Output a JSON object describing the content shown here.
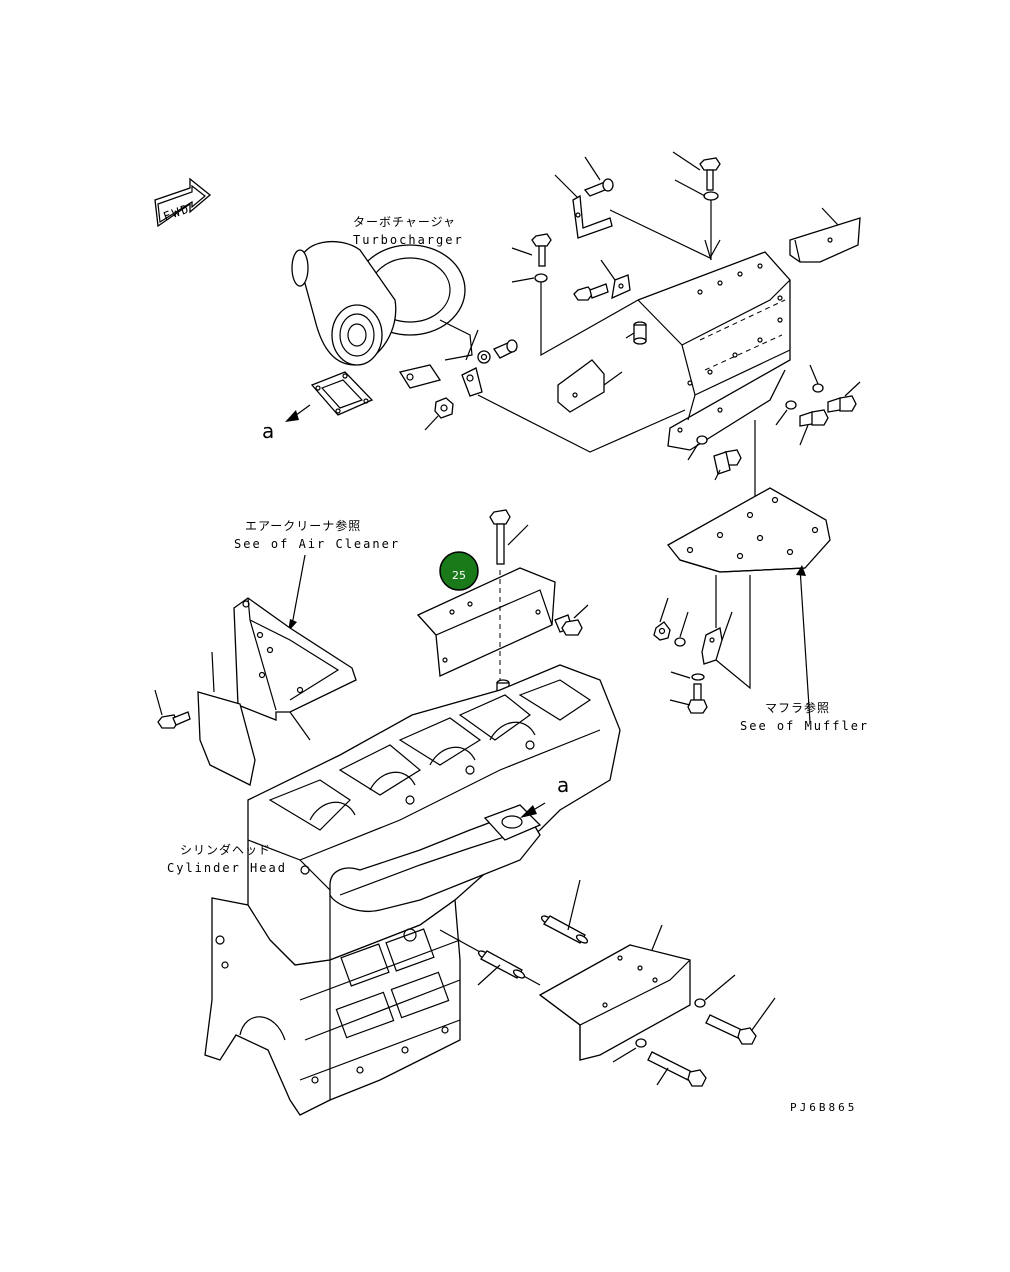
{
  "labels": {
    "fwd": "FWD",
    "turbo_jp": "ターボチャージャ",
    "turbo_en": "Turbocharger",
    "air_jp": "エアークリーナ参照",
    "air_en": "See of Air Cleaner",
    "muffler_jp": "マフラ参照",
    "muffler_en": "See of Muffler",
    "cyl_jp": "シリンダヘッド",
    "cyl_en": "Cylinder Head",
    "arrow_a1": "a",
    "arrow_a2": "a",
    "drawing_code": "PJ6B865"
  },
  "marker": {
    "number": "25",
    "color": "#1a7a1a"
  }
}
